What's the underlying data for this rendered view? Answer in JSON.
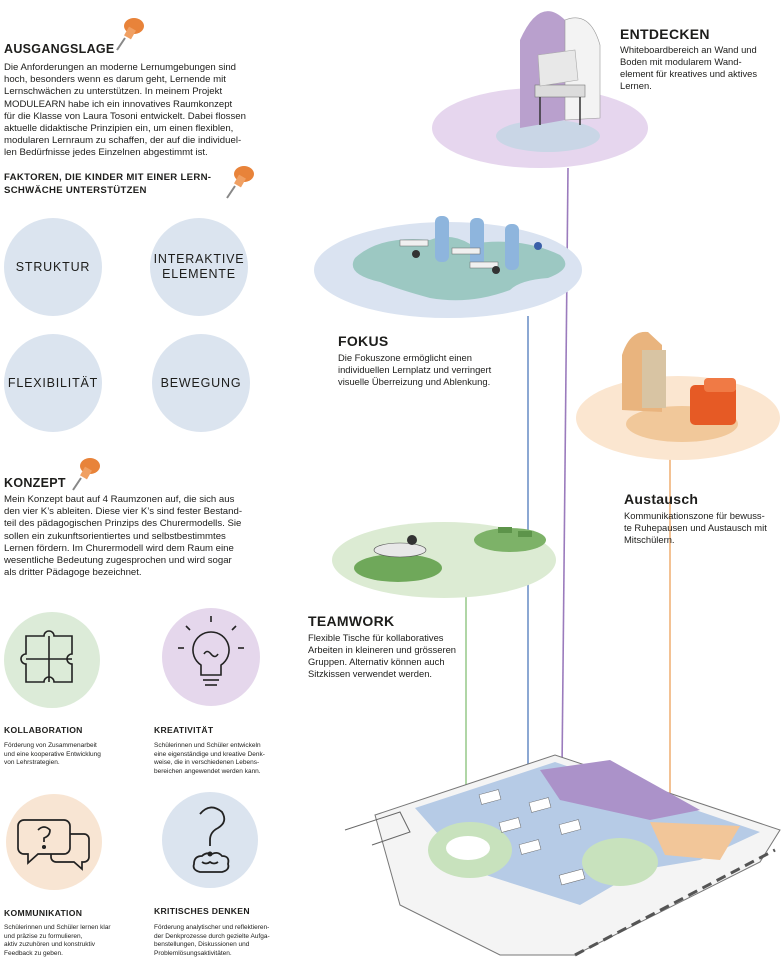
{
  "left": {
    "ausgangslage": {
      "title": "AUSGANGSLAGE",
      "lines": [
        "Die Anforderungen an moderne Lernumgebungen sind",
        "hoch, besonders wenn es darum geht, Lernende mit",
        "Lernschwächen zu unterstützen. In meinem Projekt",
        "MODULEARN habe ich ein innovatives Raumkonzept",
        "für die Klasse von Laura Tosoni entwickelt. Dabei flossen",
        "aktuelle didaktische Prinzipien ein, um einen flexiblen,",
        "modularen Lernraum zu schaffen, der auf die individuel-",
        "len Bedürfnisse jedes Einzelnen abgestimmt ist."
      ]
    },
    "faktoren": {
      "title_line1": "FAKTOREN, DIE KINDER MIT EINER LERN-",
      "title_line2": "SCHWÄCHE UNTERSTÜTZEN",
      "circles": [
        {
          "line1": "STRUKTUR",
          "line2": ""
        },
        {
          "line1": "INTERAKTIVE",
          "line2": "ELEMENTE"
        },
        {
          "line1": "FLEXIBILITÄT",
          "line2": ""
        },
        {
          "line1": "BEWEGUNG",
          "line2": ""
        }
      ]
    },
    "konzept": {
      "title": "KONZEPT",
      "lines": [
        "Mein Konzept baut auf 4 Raumzonen auf, die sich aus",
        "den vier K’s ableiten. Diese vier K’s sind fester Bestand-",
        "teil des pädagogischen Prinzips des Churermodells. Sie",
        "sollen ein zukunftsorientiertes und selbstbestimmtes",
        "Lernen fördern. Im Churermodell wird dem Raum eine",
        "wesentliche Bedeutung zugesprochen und wird sogar",
        "als dritter Pädagoge bezeichnet."
      ]
    },
    "competencies": [
      {
        "title": "KOLLABORATION",
        "lines": [
          "Förderung von Zusammenarbeit",
          "und eine kooperative Entwicklung",
          "von Lehrstrategien."
        ],
        "color": "#dcebd8",
        "icon": "puzzle-icon"
      },
      {
        "title": "KREATIVITÄT",
        "lines": [
          "Schülerinnen und Schüler entwickeln",
          "eine eigenständige und kreative Denk-",
          "weise, die in verschiedenen Lebens-",
          "bereichen angewendet werden kann."
        ],
        "color": "#e5d7ec",
        "icon": "lightbulb-icon"
      },
      {
        "title": "KOMMUNIKATION",
        "lines": [
          "Schülerinnen und Schüler lernen klar",
          "und präzise zu formulieren,",
          "aktiv zuzuhören und konstruktiv",
          "Feedback zu geben."
        ],
        "color": "#f8e5d3",
        "icon": "speech-bubbles-icon"
      },
      {
        "title": "KRITISCHES DENKEN",
        "lines": [
          "Förderung analytischer und reflektieren-",
          "der Denkprozesse durch gezielte Aufga-",
          "benstellungen, Diskussionen und",
          "Problemlösungsaktivitäten."
        ],
        "color": "#dbe4ef",
        "icon": "question-brain-icon"
      }
    ]
  },
  "zones": {
    "entdecken": {
      "title": "ENTDECKEN",
      "lines": [
        "Whiteboardbereich an Wand und",
        "Boden mit modularem Wand-",
        "element für kreatives und aktives",
        "Lernen."
      ],
      "color": "#9b7bbd"
    },
    "fokus": {
      "title": "FOKUS",
      "lines": [
        "Die Fokuszone ermöglicht einen",
        "individuellen Lernplatz und verringert",
        "visuelle Überreizung und Ablenkung."
      ],
      "color": "#6f93c8"
    },
    "austausch": {
      "title": "Austausch",
      "lines": [
        "Kommunikationszone für bewuss-",
        "te Ruhepausen und Austausch mit",
        "Mitschülern."
      ],
      "color": "#f0b27a"
    },
    "teamwork": {
      "title": "TEAMWORK",
      "lines": [
        "Flexible Tische für kollaboratives",
        "Arbeiten in kleineren und grösseren",
        "Gruppen. Alternativ können auch",
        "Sitzkissen verwendet werden."
      ],
      "color": "#9ccb8f"
    }
  },
  "colors": {
    "pin": "#e8833a",
    "circle_blue": "#dbe4ef"
  }
}
